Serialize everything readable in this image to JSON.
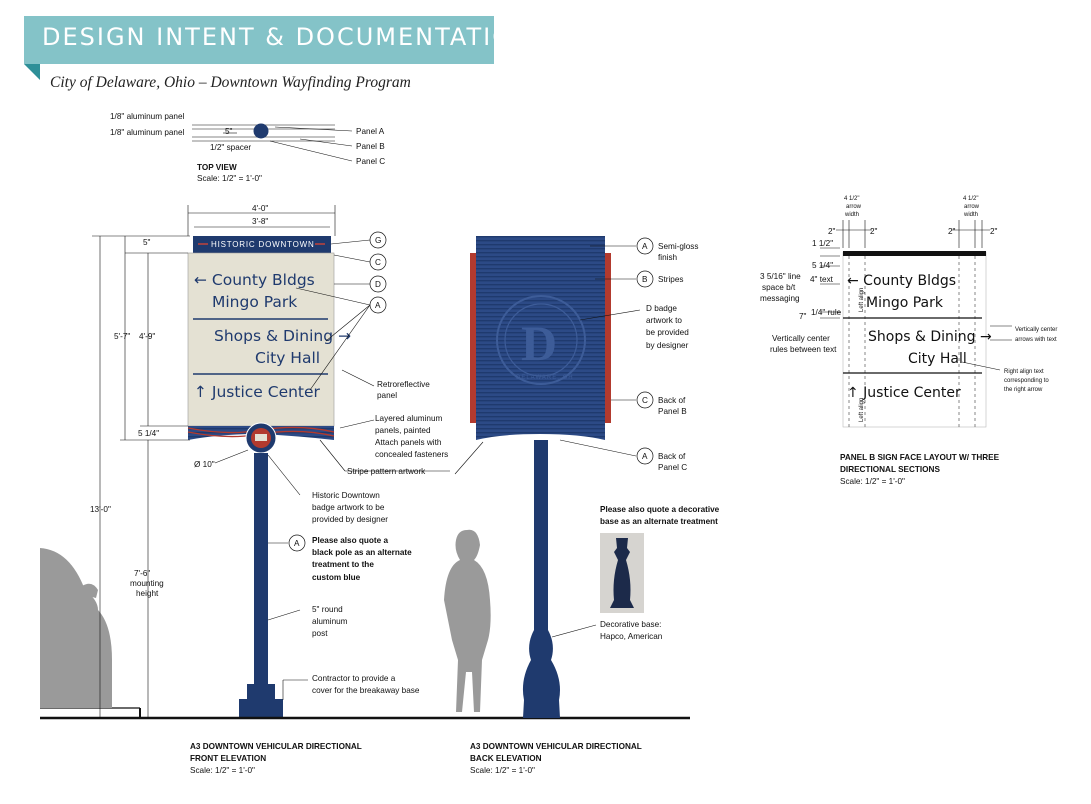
{
  "header": {
    "title": "DESIGN INTENT & DOCUMENTATION",
    "subtitle": "City of Delaware, Ohio – Downtown Wayfinding Program"
  },
  "colors": {
    "banner": "#84c3c8",
    "banner_tail": "#2e8f98",
    "sign_blue": "#1f3a6e",
    "sign_face": "#e4e1d3",
    "stripe_red": "#b23a2e",
    "figure_gray": "#9a9a9a"
  },
  "top_view": {
    "panel1": "1/8\" aluminum panel",
    "panel2": "1/8\" aluminum panel",
    "dim_5": "5\"",
    "spacer": "1/2\" spacer",
    "panel_a": "Panel A",
    "panel_b": "Panel B",
    "panel_c": "Panel C",
    "caption": "TOP VIEW",
    "scale": "Scale: 1/2\" = 1'-0\""
  },
  "front": {
    "dim_width": "4'-0\"",
    "dim_inner": "3'-8\"",
    "header_text": "HISTORIC DOWNTOWN",
    "rows": [
      "← County Bldgs",
      "Mingo Park",
      "Shops & Dining →",
      "City Hall",
      "↑ Justice Center"
    ],
    "dims": {
      "d5": "5\"",
      "d57": "5'-7\"",
      "d49": "4'-9\"",
      "d514": "5 1/4\"",
      "d13": "13'-0\"",
      "d76": "7'-6\"",
      "mounting": "mounting",
      "height": "height",
      "dia": "Ø 10\""
    },
    "callouts": {
      "g": "G",
      "c": "C",
      "d": "D",
      "a": "A",
      "a2": "A"
    },
    "notes": {
      "retro1": "Retroreflective",
      "retro2": "panel",
      "layered1": "Layered aluminum",
      "layered2": "panels, painted",
      "layered3": "Attach panels with",
      "layered4": "concealed fasteners",
      "stripe": "Stripe pattern artwork",
      "badge1": "Historic Downtown",
      "badge2": "badge artwork to be",
      "badge3": "provided by designer",
      "pole1": "Please also quote a",
      "pole2": "black pole as an alternate",
      "pole3": "treatment to the",
      "pole4": "custom blue",
      "post1": "5\" round",
      "post2": "aluminum",
      "post3": "post",
      "cover1": "Contractor to provide a",
      "cover2": "cover for the breakaway base"
    },
    "caption1": "A3 DOWNTOWN VEHICULAR DIRECTIONAL",
    "caption2": "FRONT ELEVATION",
    "scale": "Scale: 1/2\" = 1'-0\""
  },
  "back": {
    "badge_letter": "D",
    "badge_ring": "DELAWARE, OH",
    "callouts": {
      "a": "A",
      "b": "B",
      "c": "C",
      "a2": "A"
    },
    "notes": {
      "semi1": "Semi-gloss",
      "semi2": "finish",
      "stripes": "Stripes",
      "dbadge1": "D badge",
      "dbadge2": "artwork to",
      "dbadge3": "be provided",
      "dbadge4": "by designer",
      "backb1": "Back of",
      "backb2": "Panel B",
      "backc1": "Back of",
      "backc2": "Panel C",
      "deco1": "Please also quote a decorative",
      "deco2": "base as an alternate treatment",
      "base1": "Decorative base:",
      "base2": "Hapco, American"
    },
    "caption1": "A3 DOWNTOWN VEHICULAR DIRECTIONAL",
    "caption2": "BACK ELEVATION",
    "scale": "Scale: 1/2\" = 1'-0\""
  },
  "layout_panel": {
    "arrow_w1": "4 1/2\"",
    "arrow_w2": "4 1/2\"",
    "arrow": "arrow",
    "width": "width",
    "d2a": "2\"",
    "d2b": "2\"",
    "d2c": "2\"",
    "d2d": "2\"",
    "d112": "1 1/2\"",
    "d514": "5 1/4\"",
    "d4text": "4\" text",
    "linespace1": "3 5/16\" line",
    "linespace2": "space b/t",
    "linespace3": "messaging",
    "d7": "7\"",
    "d14rule": "1/4\" rule",
    "vc1": "Vertically center",
    "vc2": "rules between text",
    "rows": [
      "← County Bldgs",
      "Mingo Park",
      "Shops & Dining →",
      "City Hall",
      "↑ Justice Center"
    ],
    "left_align": "Left align",
    "vca1": "Vertically center",
    "vca2": "arrows with text",
    "ra1": "Right align text",
    "ra2": "corresponding to",
    "ra3": "the right arrow",
    "caption1": "PANEL B SIGN FACE LAYOUT W/ THREE",
    "caption2": "DIRECTIONAL SECTIONS",
    "scale": "Scale: 1/2\" = 1'-0\""
  }
}
